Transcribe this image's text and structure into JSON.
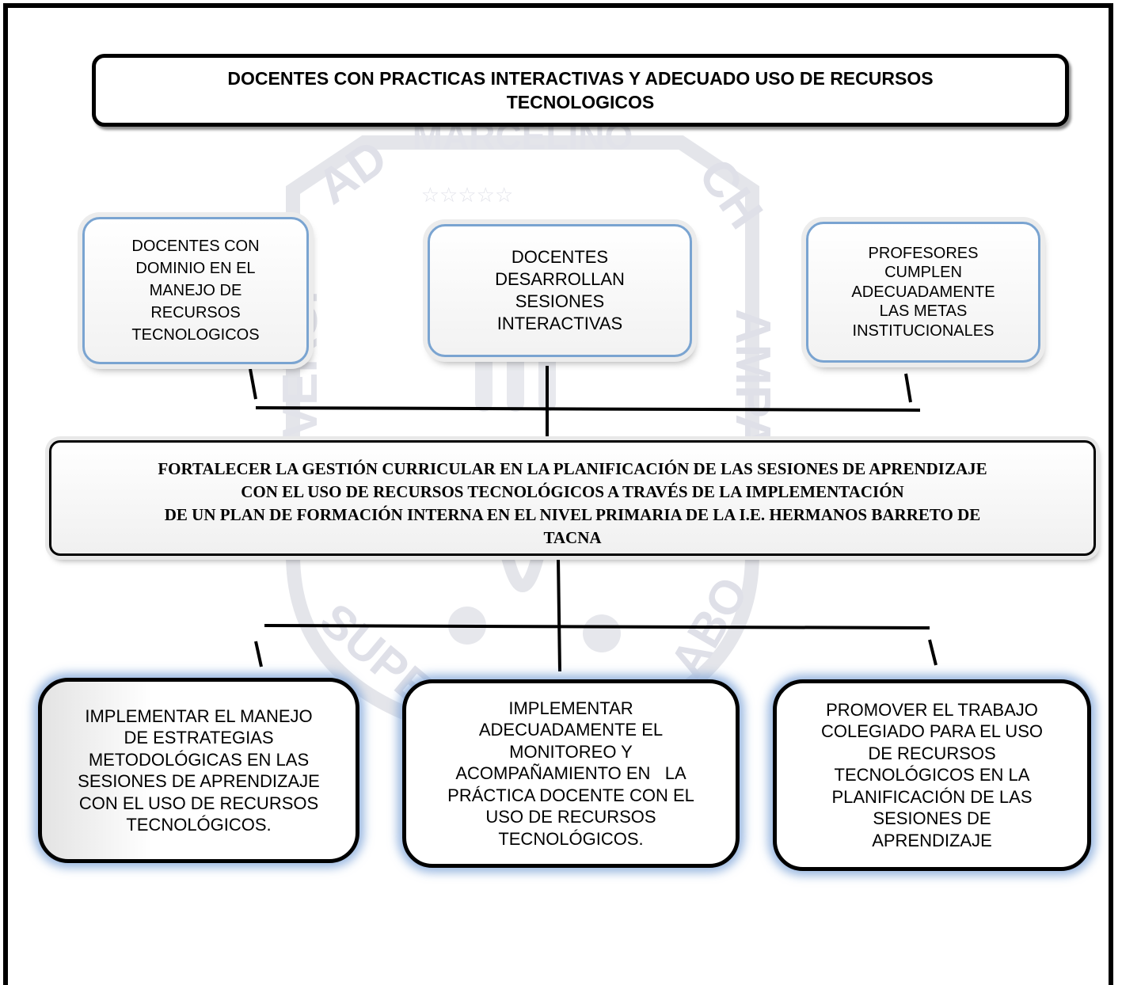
{
  "title": [
    "DOCENTES CON PRACTICAS INTERACTIVAS Y ADECUADO USO DE RECURSOS",
    "TECNOLOGICOS"
  ],
  "results": [
    [
      "DOCENTES CON",
      "DOMINIO EN EL",
      "MANEJO DE",
      "RECURSOS",
      "TECNOLOGICOS"
    ],
    [
      "DOCENTES",
      "DESARROLLAN",
      "SESIONES",
      "INTERACTIVAS"
    ],
    [
      "PROFESORES",
      "CUMPLEN",
      "ADECUADAMENTE",
      "LAS METAS",
      "INSTITUCIONALES"
    ]
  ],
  "central_objective": [
    "FORTALECER LA GESTIÓN CURRICULAR EN LA PLANIFICACIÓN DE LAS SESIONES DE APRENDIZAJE",
    "CON EL USO DE RECURSOS TECNOLÓGICOS A TRAVÉS DE LA IMPLEMENTACIÓN",
    "DE UN PLAN DE FORMACIÓN INTERNA EN EL NIVEL PRIMARIA DE LA I.E.  HERMANOS BARRETO DE",
    "TACNA"
  ],
  "means": [
    [
      "IMPLEMENTAR EL MANEJO",
      "DE ESTRATEGIAS",
      "METODOLÓGICAS EN LAS",
      "SESIONES DE APRENDIZAJE",
      "CON EL USO DE RECURSOS",
      "TECNOLÓGICOS."
    ],
    [
      "IMPLEMENTAR",
      "ADECUADAMENTE EL",
      "MONITOREO Y",
      "ACOMPAÑAMIENTO EN   LA",
      "PRÁCTICA DOCENTE CON EL",
      "USO DE RECURSOS",
      "TECNOLÓGICOS."
    ],
    [
      "PROMOVER EL TRABAJO",
      "COLEGIADO PARA EL USO",
      "DE RECURSOS",
      "TECNOLÓGICOS EN LA",
      "PLANIFICACIÓN DE LAS",
      "SESIONES DE",
      "APRENDIZAJE"
    ]
  ],
  "watermark": {
    "text_top": "MARCELINO",
    "text_left": "UNIVERSIDAD",
    "text_right": "CHAMPAGNAT",
    "text_bottom": "SUPER",
    "text_bottom_right": "ABO"
  },
  "colors": {
    "box_border": "#7aa4d1",
    "means_glow": "#78a0d7",
    "watermark": "#dcdde4"
  }
}
